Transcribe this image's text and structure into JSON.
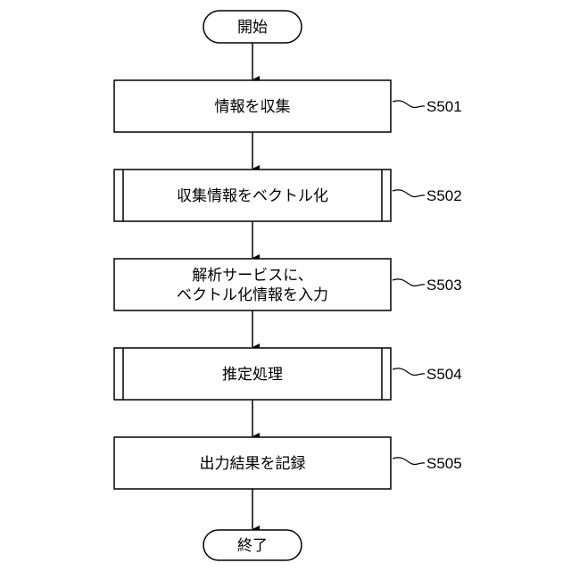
{
  "start": {
    "label": "開始"
  },
  "end": {
    "label": "終了"
  },
  "steps": [
    {
      "id": "S501",
      "lines": [
        "情報を収集"
      ],
      "subprocess": false
    },
    {
      "id": "S502",
      "lines": [
        "収集情報をベクトル化"
      ],
      "subprocess": true
    },
    {
      "id": "S503",
      "lines": [
        "解析サービスに、",
        "ベクトル化情報を入力"
      ],
      "subprocess": false
    },
    {
      "id": "S504",
      "lines": [
        "推定処理"
      ],
      "subprocess": true
    },
    {
      "id": "S505",
      "lines": [
        "出力結果を記録"
      ],
      "subprocess": false
    }
  ]
}
